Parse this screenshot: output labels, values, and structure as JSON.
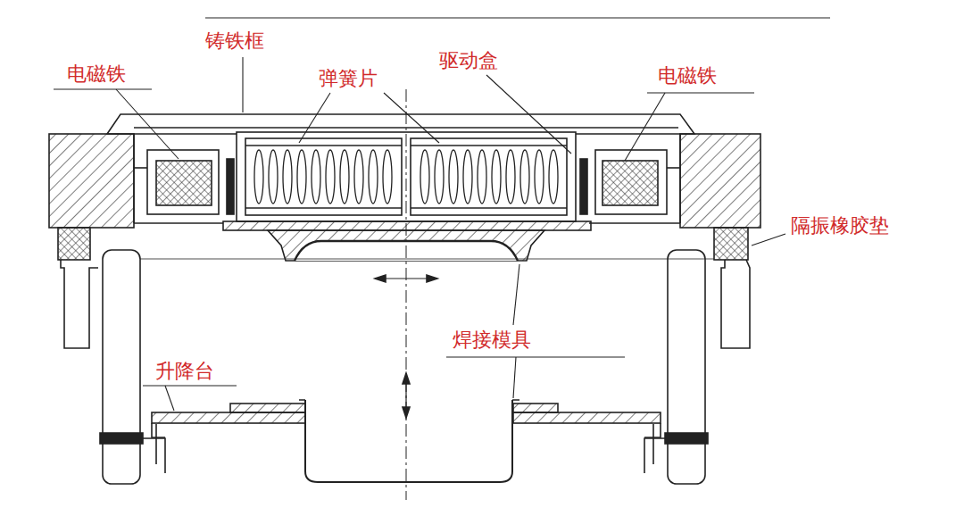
{
  "diagram": {
    "labels": [
      "铸铁框",
      "驱动盒",
      "电磁铁",
      "弹簧片",
      "电磁铁",
      "隔振橡胶垫",
      "焊接模具",
      "升降台"
    ]
  }
}
